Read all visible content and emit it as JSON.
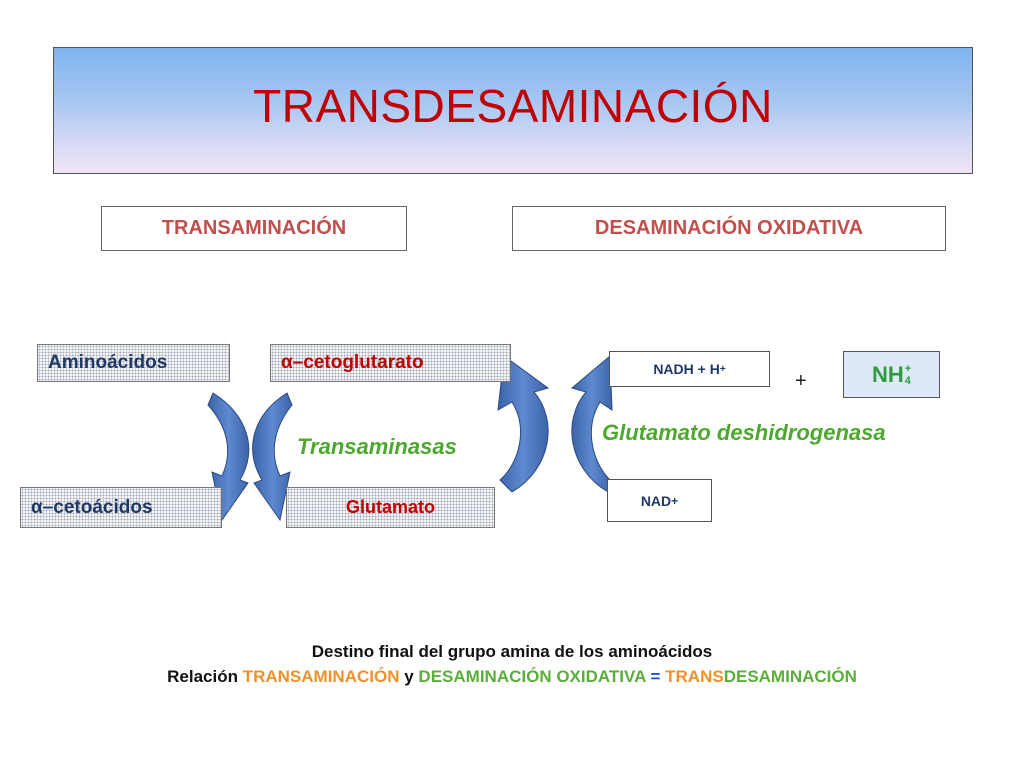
{
  "title": "TRANSDESAMINACIÓN",
  "sections": {
    "left": "TRANSAMINACIÓN",
    "right": "DESAMINACIÓN OXIDATIVA"
  },
  "reagents": {
    "aminoacidos": "Aminoácidos",
    "cetoglutarato": "α–cetoglutarato",
    "cetoacidos": "α–cetoácidos",
    "glutamato": "Glutamato"
  },
  "enzymes": {
    "transaminasas": "Transaminasas",
    "glutamato_dh": "Glutamato deshidrogenasa"
  },
  "products": {
    "nadh": "NADH + H",
    "nadh_sup": "+",
    "nad": "NAD",
    "nad_sup": "+",
    "plus": "+",
    "nh4_base": "NH",
    "nh4_sub": "4",
    "nh4_sup": "+"
  },
  "footer": {
    "line1": "Destino final del grupo amina de los aminoácidos",
    "relacion": "Relación",
    "transaminacion": "TRANSAMINACIÓN",
    "y": "y",
    "desaminacion": "DESAMINACIÓN OXIDATIVA",
    "equals": "=",
    "trans": "TRANS",
    "desaminacion2": "DESAMINACIÓN"
  },
  "colors": {
    "title": "#c00000",
    "section_text": "#c0504d",
    "reagent_blue": "#1f3864",
    "reagent_red": "#c00000",
    "arrow_fill": "#4a73b4",
    "enzyme_green": "#4ea72e",
    "nh4_green": "#2e9b3f"
  }
}
